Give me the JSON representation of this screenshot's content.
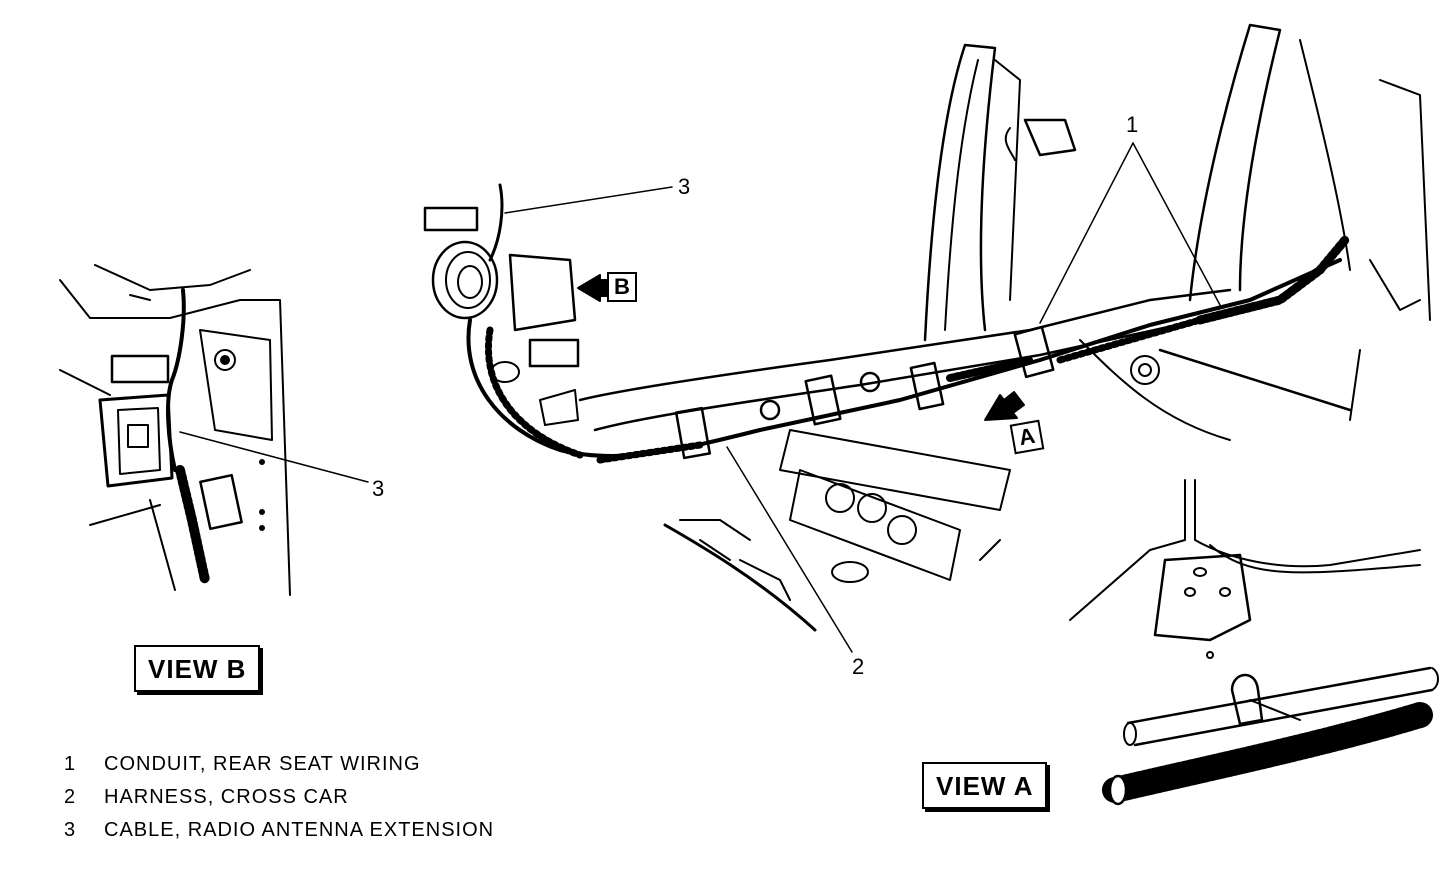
{
  "callouts": {
    "c1": "1",
    "c2": "2",
    "c3_main": "3",
    "c3_viewb": "3"
  },
  "view_labels": {
    "view_b": "VIEW B",
    "view_a": "VIEW A"
  },
  "arrow_tags": {
    "a": "A",
    "b": "B"
  },
  "legend": [
    {
      "num": "1",
      "text": "CONDUIT, REAR SEAT WIRING"
    },
    {
      "num": "2",
      "text": "HARNESS, CROSS CAR"
    },
    {
      "num": "3",
      "text": "CABLE, RADIO ANTENNA EXTENSION"
    }
  ],
  "colors": {
    "ink": "#000000",
    "paper": "#ffffff"
  }
}
